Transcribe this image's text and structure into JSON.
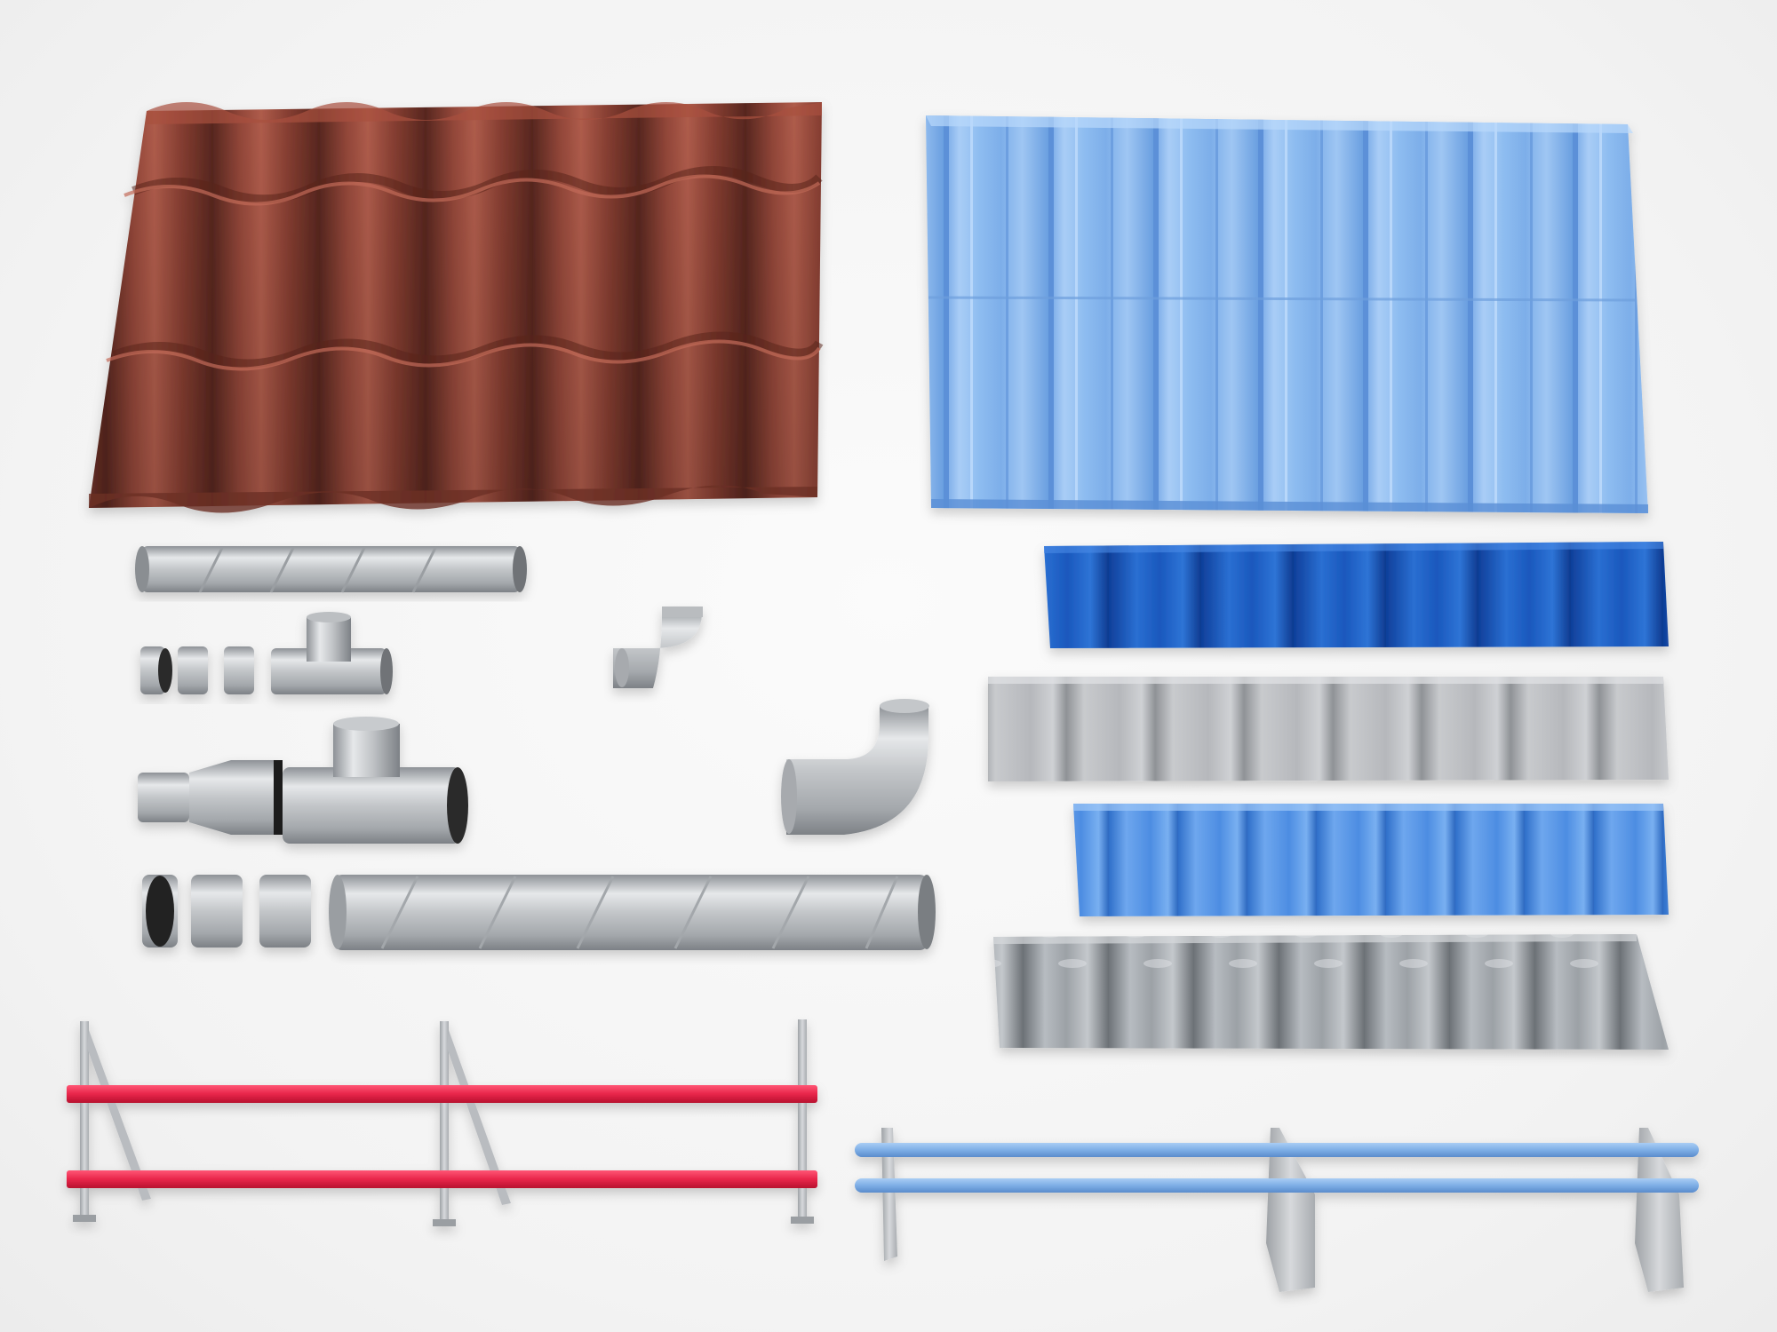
{
  "scene": {
    "background": "#f4f4f4",
    "items": [
      {
        "name": "clay-roof-tile-sheet",
        "color": "#8a3f33"
      },
      {
        "name": "light-blue-trapezoidal-sheet",
        "color": "#8db8ee"
      },
      {
        "name": "dark-blue-corrugated-sheet",
        "color": "#1c5fc2"
      },
      {
        "name": "grey-trapezoidal-sheet",
        "color": "#b9bbbf"
      },
      {
        "name": "blue-trapezoidal-sheet",
        "color": "#4d8ee3"
      },
      {
        "name": "galvanized-trapezoidal-sheet",
        "color": "#9ea3a8"
      },
      {
        "name": "spiral-duct-pipes-and-fittings",
        "color": "#c7cacd"
      },
      {
        "name": "red-snow-guard-fence",
        "color": "#e8264a"
      },
      {
        "name": "blue-snow-guard-tubes",
        "color": "#7eaee6"
      }
    ]
  }
}
